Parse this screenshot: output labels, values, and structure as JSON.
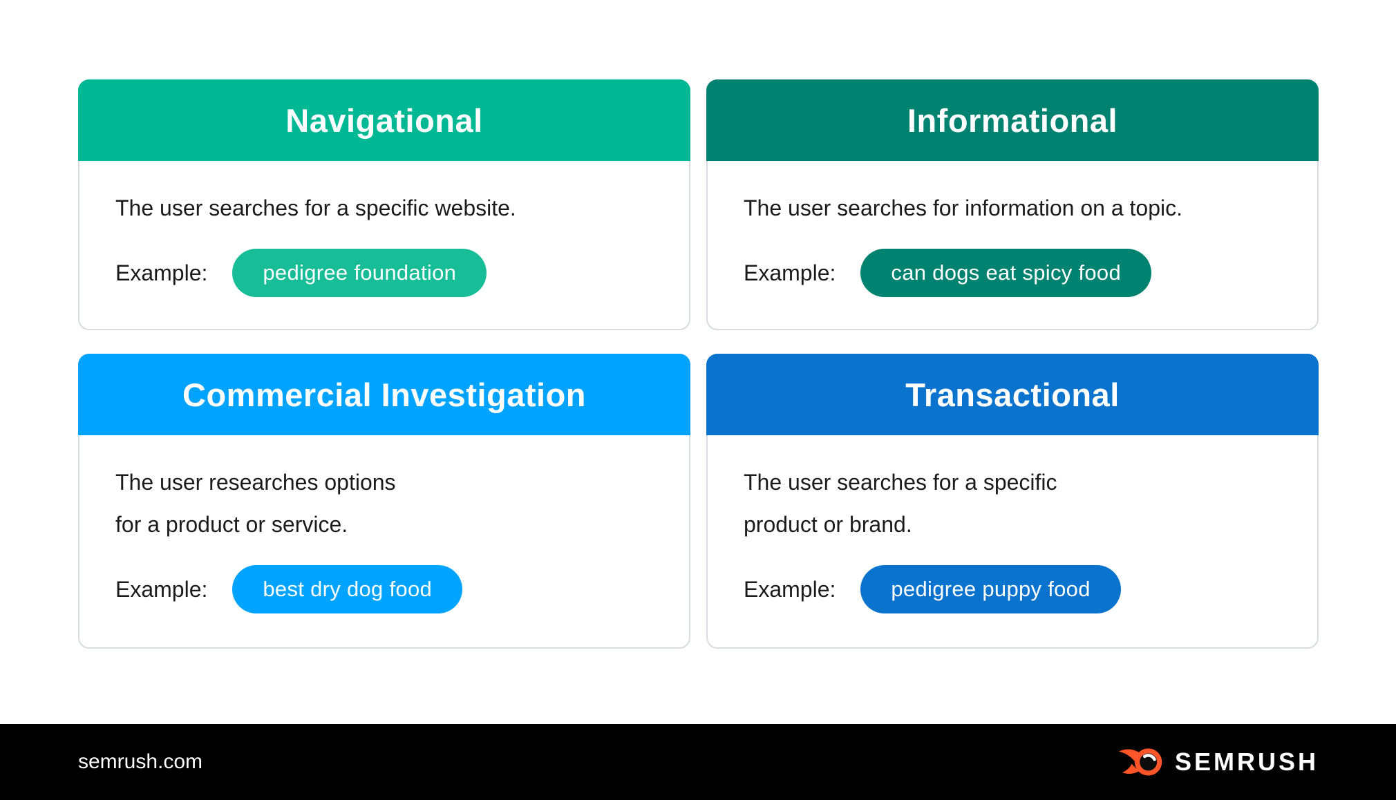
{
  "page": {
    "background_color": "#ffffff",
    "card_border_color": "#d8dce1",
    "body_text_color": "#1b1b1b"
  },
  "cards": [
    {
      "title": "Navigational",
      "header_color": "#00b894",
      "description_lines": [
        "The user searches for a specific website."
      ],
      "example_label": "Example:",
      "example_query": "pedigree foundation",
      "pill_color": "#16bd96"
    },
    {
      "title": "Informational",
      "header_color": "#008270",
      "description_lines": [
        "The user searches for information on a topic."
      ],
      "example_label": "Example:",
      "example_query": "can dogs eat spicy food",
      "pill_color": "#008270"
    },
    {
      "title": "Commercial Investigation",
      "header_color": "#00a3ff",
      "description_lines": [
        "The user researches options",
        "for a product or service."
      ],
      "example_label": "Example:",
      "example_query": "best dry dog food",
      "pill_color": "#00a3ff"
    },
    {
      "title": "Transactional",
      "header_color": "#0a73ce",
      "description_lines": [
        "The user searches for a specific",
        "product or brand."
      ],
      "example_label": "Example:",
      "example_query": "pedigree puppy food",
      "pill_color": "#0a73ce"
    }
  ],
  "footer": {
    "background_color": "#000000",
    "website": "semrush.com",
    "brand_name": "SEMRUSH",
    "logo_color": "#ff5528"
  }
}
